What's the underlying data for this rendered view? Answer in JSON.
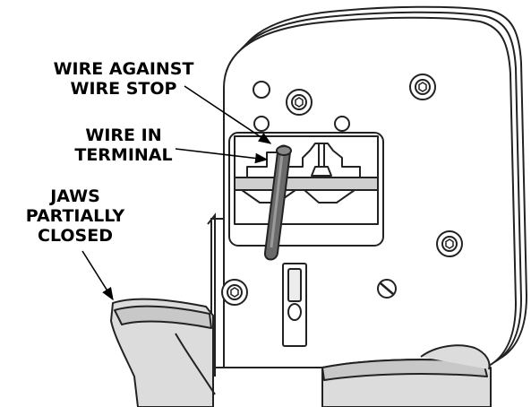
{
  "callouts": {
    "wire_stop": {
      "line1": "WIRE AGAINST",
      "line2": "WIRE STOP"
    },
    "wire_terminal": {
      "line1": "WIRE IN",
      "line2": "TERMINAL"
    },
    "jaws": {
      "line1": "JAWS",
      "line2": "PARTIALLY",
      "line3": "CLOSED"
    }
  },
  "colors": {
    "outline": "#222222",
    "tool_body": "#ffffff",
    "handle_fill": "#dcdcdc",
    "handle_band": "#c8c8c8",
    "wire_fill": "#6a6a6a",
    "wire_highlight": "#9a9a9a",
    "die_shadow": "#cfcfcf"
  }
}
